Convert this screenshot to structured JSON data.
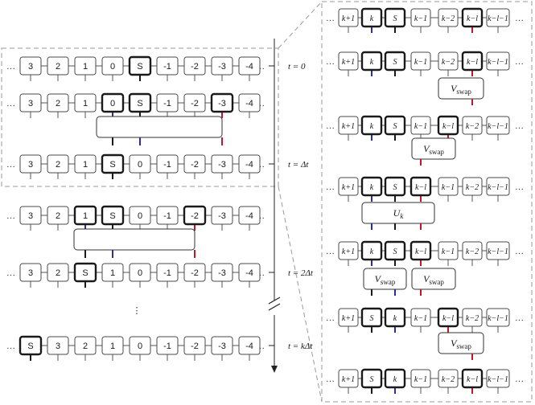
{
  "colors": {
    "blue": "#2b2f9e",
    "red": "#c0182a",
    "black": "#1a1a1a",
    "dash": "#9a9a9a"
  },
  "ellipsis": "…",
  "vdots": "⋮",
  "left": {
    "rows": [
      {
        "cells": [
          "3",
          "2",
          "1",
          "0",
          "S",
          "-1",
          "-2",
          "-3",
          "-4"
        ],
        "highlight": {
          "4": "black"
        }
      },
      {
        "cells": [
          "3",
          "2",
          "1",
          "0",
          "S",
          "-1",
          "-2",
          "-3",
          "-4"
        ],
        "highlight": {
          "3": "blue",
          "4": "black",
          "7": "red"
        }
      },
      {
        "cells": [
          "3",
          "2",
          "1",
          "S",
          "0",
          "-1",
          "-2",
          "-3",
          "-4"
        ],
        "highlight": {
          "3": "black"
        }
      },
      {
        "cells": [
          "3",
          "2",
          "1",
          "S",
          "0",
          "-1",
          "-2",
          "-3",
          "-4"
        ],
        "highlight": {
          "2": "blue",
          "3": "black",
          "6": "red"
        }
      },
      {
        "cells": [
          "3",
          "2",
          "S",
          "1",
          "0",
          "-1",
          "-2",
          "-3",
          "-4"
        ],
        "highlight": {
          "2": "black"
        }
      },
      {
        "cells": [
          "S",
          "3",
          "2",
          "1",
          "0",
          "-1",
          "-2",
          "-3",
          "-4"
        ],
        "highlight": {
          "0": "black"
        }
      }
    ]
  },
  "time_labels": [
    {
      "pre": "t = 0",
      "italic_part": ""
    },
    {
      "pre": "t = Δt"
    },
    {
      "pre": "t = 2Δt"
    },
    {
      "pre": "t = kΔt"
    }
  ],
  "right": {
    "rows": [
      {
        "cells": [
          "k+1",
          "k",
          "S",
          "k−1",
          "k−2",
          "k−l",
          "k−l−1"
        ],
        "highlight": {
          "1": "blue",
          "2": "black",
          "5": "red"
        }
      },
      {
        "cells": [
          "k+1",
          "k",
          "S",
          "k−1",
          "k−2",
          "k−l",
          "k−l−1"
        ],
        "highlight": {
          "1": "blue",
          "2": "black",
          "5": "red"
        }
      },
      {
        "cells": [
          "k+1",
          "k",
          "S",
          "k−1",
          "k−l",
          "k−2",
          "k−l−1"
        ],
        "highlight": {
          "1": "blue",
          "2": "black",
          "4": "red"
        }
      },
      {
        "cells": [
          "k+1",
          "k",
          "S",
          "k−l",
          "k−1",
          "k−2",
          "k−l−1"
        ],
        "highlight": {
          "1": "blue",
          "2": "black",
          "3": "red"
        }
      },
      {
        "cells": [
          "k+1",
          "k",
          "S",
          "k−l",
          "k−1",
          "k−2",
          "k−l−1"
        ],
        "highlight": {
          "1": "blue",
          "2": "black",
          "3": "red"
        }
      },
      {
        "cells": [
          "k+1",
          "S",
          "k",
          "k−1",
          "k−l",
          "k−2",
          "k−l−1"
        ],
        "highlight": {
          "1": "black",
          "2": "blue",
          "4": "red"
        }
      },
      {
        "cells": [
          "k+1",
          "S",
          "k",
          "k−1",
          "k−2",
          "k−l",
          "k−l−1"
        ],
        "highlight": {
          "1": "black",
          "2": "blue",
          "5": "red"
        }
      }
    ],
    "gates": [
      {
        "label": "V",
        "sub": "swap"
      },
      {
        "label": "V",
        "sub": "swap"
      },
      {
        "label": "U",
        "sub": "k"
      },
      {
        "label": "V",
        "sub": "swap"
      },
      {
        "label": "V",
        "sub": "swap"
      },
      {
        "label": "V",
        "sub": "swap"
      }
    ]
  }
}
